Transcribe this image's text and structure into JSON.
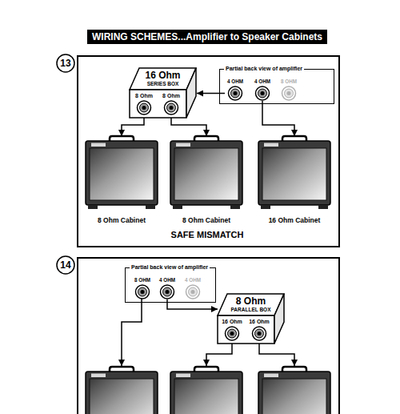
{
  "diagram": {
    "title": "WIRING SCHEMES...Amplifier to Speaker Cabinets",
    "nodes": [
      {
        "text": [
          "16 Ohm",
          "SERIES BOX"
        ]
      },
      {
        "text": [
          "8 Ohm"
        ],
        "in": 0
      },
      {
        "text": [
          "8 Ohm"
        ],
        "in": 0
      },
      {
        "text": [
          "Partial back view of amplifier"
        ]
      },
      {
        "text": [
          "4 OHM"
        ],
        "in": 3
      },
      {
        "text": [
          "4 OHM"
        ],
        "in": 3
      },
      {
        "text": [
          "8 OHM"
        ],
        "in": 3
      },
      {
        "text": [
          "8 Ohm Cabinet"
        ]
      },
      {
        "text": [
          "8 Ohm Cabinet"
        ]
      },
      {
        "text": [
          "16 Ohm Cabinet"
        ]
      },
      {
        "text": [
          "Partial back view of amplifier"
        ]
      },
      {
        "text": [
          "8 OHM"
        ],
        "in": 10
      },
      {
        "text": [
          "4 OHM"
        ],
        "in": 10
      },
      {
        "text": [
          "4 OHM"
        ],
        "in": 10
      },
      {
        "text": [
          "8 Ohm",
          "PARALLEL BOX"
        ]
      },
      {
        "text": [
          "16 Ohm"
        ],
        "in": 14
      },
      {
        "text": [
          "16 Ohm"
        ],
        "in": 14
      }
    ],
    "edges": [
      {
        "from": 4,
        "to": 0,
        "arrow": "to"
      },
      {
        "from": 1,
        "to": 7,
        "arrow": "to"
      },
      {
        "from": 2,
        "to": 8,
        "arrow": "to"
      },
      {
        "from": 5,
        "to": 9,
        "arrow": "to"
      },
      {
        "from": 12,
        "to": 14,
        "arrow": "to"
      }
    ],
    "labels": [
      "13",
      "SAFE MISMATCH",
      "14"
    ]
  }
}
